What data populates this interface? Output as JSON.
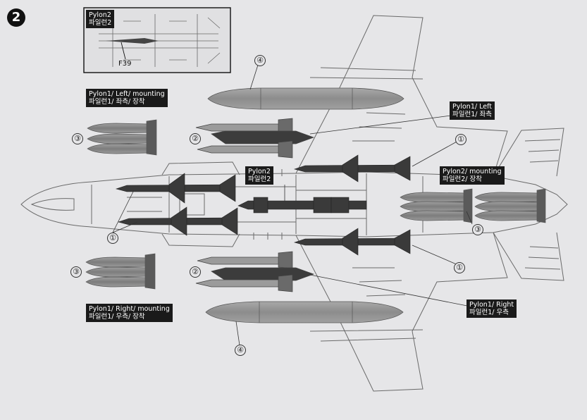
{
  "step_number": "2",
  "inset": {
    "title": "Pylon2",
    "title_kr": "파일런2",
    "part": "F39"
  },
  "labels": {
    "pylon1_left_mounting": {
      "en": "Pylon1/ Left/ mounting",
      "kr": "파일런1/ 좌측/ 장착"
    },
    "pylon1_left": {
      "en": "Pylon1/ Left",
      "kr": "파일런1/ 좌측"
    },
    "pylon2_center": {
      "en": "Pylon2",
      "kr": "파일런2"
    },
    "pylon2_mounting": {
      "en": "Pylon2/ mounting",
      "kr": "파일런2/ 장착"
    },
    "pylon1_right": {
      "en": "Pylon1/ Right",
      "kr": "파일런1/ 우측"
    },
    "pylon1_right_mounting": {
      "en": "Pylon1/ Right/ mounting",
      "kr": "파일런1/ 우측/ 장착"
    }
  },
  "callouts": {
    "c1": "①",
    "c2": "②",
    "c3": "③",
    "c4": "④"
  },
  "colors": {
    "background": "#e6e6e8",
    "line": "#555555",
    "ordnance_dark": "#3a3a3a",
    "ordnance_gray": "#8e8e8e",
    "tank_gray": "#9a9a9a",
    "label_bg": "#1a1a1a"
  }
}
